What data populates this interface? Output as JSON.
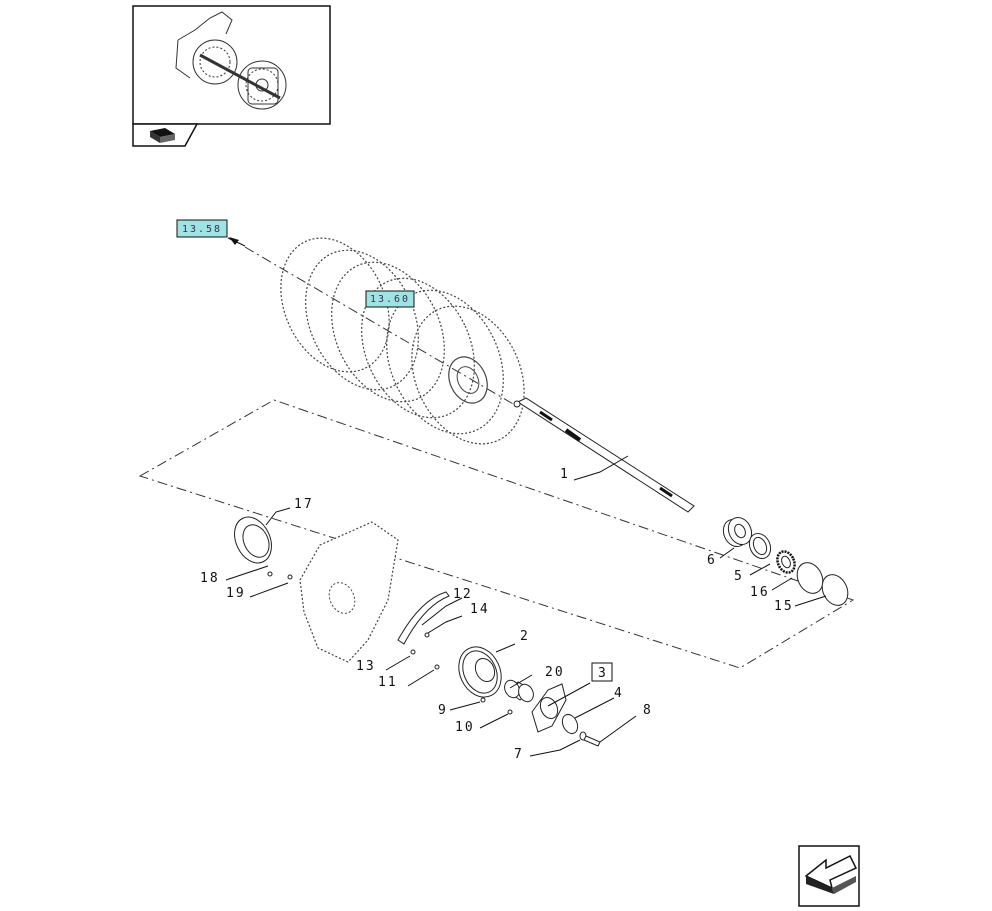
{
  "colors": {
    "ref_box_fill": "#9fe3e3",
    "ref_box_stroke": "#111111",
    "line": "#111111"
  },
  "refs": {
    "group_ref_a": "13.58",
    "group_ref_b": "13.60"
  },
  "callouts": {
    "c1": "1",
    "c2": "2",
    "c3": "3",
    "c4": "4",
    "c5": "5",
    "c6": "6",
    "c7": "7",
    "c8": "8",
    "c9": "9",
    "c10": "10",
    "c11": "11",
    "c12": "12",
    "c13": "13",
    "c14": "14",
    "c15": "15",
    "c16": "16",
    "c17": "17",
    "c18": "18",
    "c19": "19",
    "c20": "20"
  },
  "icons": {
    "thumbnail": "assembly-thumbnail-icon",
    "book": "book-icon",
    "nav": "next-page-arrow-icon"
  }
}
